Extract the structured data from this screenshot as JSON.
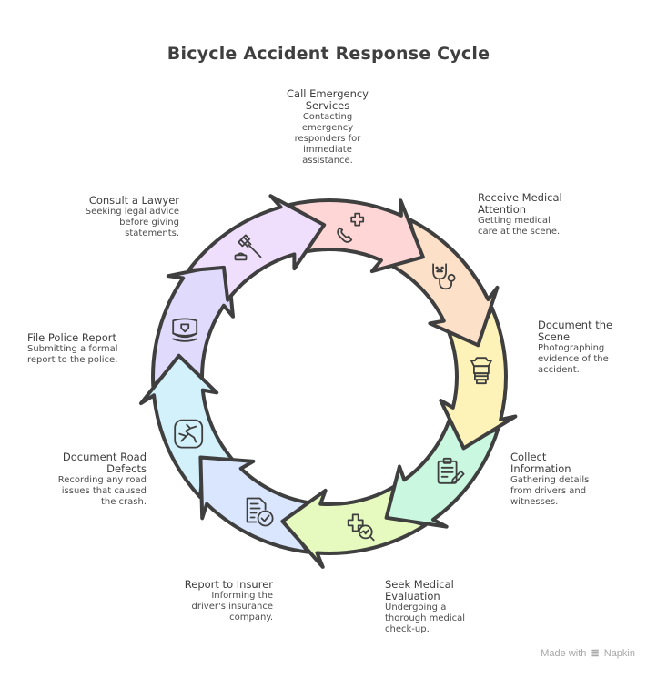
{
  "title": "Bicycle Accident Response Cycle",
  "colors": {
    "stroke": "#3f3f3f",
    "text": "#444444"
  },
  "steps": [
    {
      "title": "Call Emergency Services",
      "title_lines": [
        "Call Emergency",
        "Services"
      ],
      "desc_lines": [
        "Contacting",
        "emergency",
        "responders for",
        "immediate",
        "assistance."
      ],
      "icon": "phone-medical-icon",
      "color": "#ffd6d6"
    },
    {
      "title": "Receive Medical Attention",
      "title_lines": [
        "Receive Medical",
        "Attention"
      ],
      "desc_lines": [
        "Getting medical",
        "care at the scene."
      ],
      "icon": "stethoscope-icon",
      "color": "#fde0c8"
    },
    {
      "title": "Document the Scene",
      "title_lines": [
        "Document the",
        "Scene"
      ],
      "desc_lines": [
        "Photographing",
        "evidence of the",
        "accident."
      ],
      "icon": "camera-lens-icon",
      "color": "#fdf3b8"
    },
    {
      "title": "Collect Information",
      "title_lines": [
        "Collect",
        "Information"
      ],
      "desc_lines": [
        "Gathering details",
        "from drivers and",
        "witnesses."
      ],
      "icon": "clipboard-edit-icon",
      "color": "#c9f7df"
    },
    {
      "title": "Seek Medical Evaluation",
      "title_lines": [
        "Seek Medical",
        "Evaluation"
      ],
      "desc_lines": [
        "Undergoing a",
        "thorough medical",
        "check-up."
      ],
      "icon": "medical-search-icon",
      "color": "#e6f9bf"
    },
    {
      "title": "Report to Insurer",
      "title_lines": [
        "Report to Insurer"
      ],
      "desc_lines": [
        "Informing the",
        "driver's insurance",
        "company."
      ],
      "icon": "document-check-icon",
      "color": "#d9e6fd"
    },
    {
      "title": "Document Road Defects",
      "title_lines": [
        "Document Road",
        "Defects"
      ],
      "desc_lines": [
        "Recording any road",
        "issues that caused",
        "the crash."
      ],
      "icon": "cracked-road-icon",
      "color": "#d2f1fb"
    },
    {
      "title": "File Police Report",
      "title_lines": [
        "File Police Report"
      ],
      "desc_lines": [
        "Submitting a formal",
        "report to the police."
      ],
      "icon": "police-badge-icon",
      "color": "#e0dafc"
    },
    {
      "title": "Consult a Lawyer",
      "title_lines": [
        "Consult a Lawyer"
      ],
      "desc_lines": [
        "Seeking legal advice",
        "before giving",
        "statements."
      ],
      "icon": "gavel-icon",
      "color": "#efdffd"
    }
  ],
  "footer": {
    "made_with": "Made with",
    "brand": "Napkin"
  }
}
